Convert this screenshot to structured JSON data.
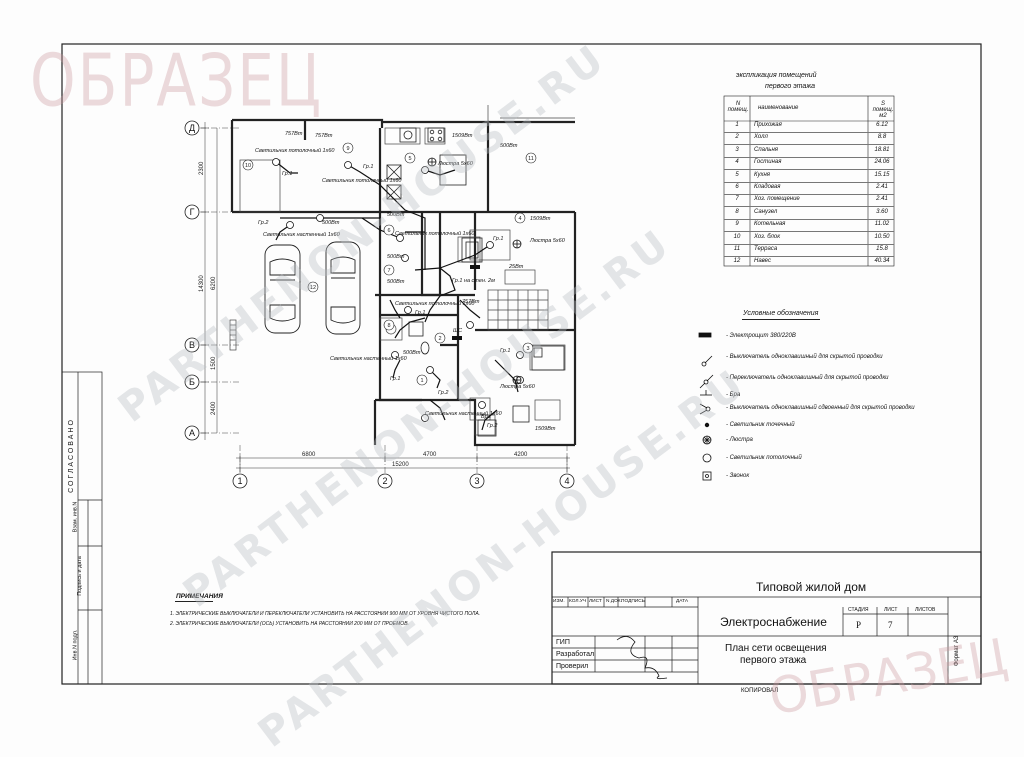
{
  "watermarks": {
    "sample_top": "ОБРАЗЕЦ",
    "sample_bottom": "ОБРАЗЕЦ",
    "brand_1": "PARTHENON-HOUSE.RU",
    "brand_2": "PARTHENON-HOUSE.RU",
    "brand_3": "PARTHENON-HOUSE.RU"
  },
  "plan": {
    "axes_rows": [
      "Д",
      "Г",
      "В",
      "Б",
      "А"
    ],
    "axes_cols": [
      "1",
      "2",
      "3",
      "4"
    ],
    "dims_left": [
      "2300",
      "6200",
      "14300",
      "1500",
      "2400"
    ],
    "dims_bottom": [
      "6800",
      "4700",
      "4200"
    ],
    "dim_total": "15200",
    "room_numbers": [
      "1",
      "2",
      "3",
      "4",
      "5",
      "6",
      "7",
      "8",
      "9",
      "10",
      "11",
      "12"
    ],
    "labels": {
      "w757": "757Вт",
      "w757b": "757Вт",
      "w757c": "757Вт",
      "w1509": "1509Вт",
      "w1509b": "1509Вт",
      "w1509c": "1509Вт",
      "w500a": "500Вт",
      "w500b": "500Вт",
      "w500c": "500Вт",
      "w500d": "500Вт",
      "w500e": "500Вт",
      "w500f": "500Вт",
      "w25": "25Вт",
      "lamp1": "Светильник потолочный 1х60",
      "lamp2": "Светильник потолочный 1х60",
      "lamp3": "Светильник настенный 1х60",
      "lamp4": "Светильник потолочный 1х60",
      "lamp5": "Светильник настенный 1х60",
      "lamp6": "Светильник потолочный 1х60",
      "lamp7": "Светильник настенный 1х60",
      "chand1": "Люстра 5х60",
      "chand2": "Люстра 5х60",
      "chand3": "Люстра 5х60",
      "gr1": "Гр.1",
      "gr2": "Гр.2",
      "gr1b": "Гр.1",
      "gr1c": "Гр.1",
      "gr1d": "Гр.1",
      "gr1e": "Гр.1",
      "gr2b": "Гр.2",
      "gr2c": "Гр.2",
      "gr1f": "Гр.1",
      "shs": "ЩС",
      "bra": "Бра",
      "gr_note": "Гр.1 на стен. 2м"
    }
  },
  "explication": {
    "title_1": "экспликация помещений",
    "title_2": "первого этажа",
    "headers": [
      "N помещ.",
      "наименование",
      "S помещ. м2"
    ],
    "rows": [
      [
        "1",
        "Прихожая",
        "6.12"
      ],
      [
        "2",
        "Холл",
        "8.8"
      ],
      [
        "3",
        "Спальня",
        "18.81"
      ],
      [
        "4",
        "Гостиная",
        "24.06"
      ],
      [
        "5",
        "Кухня",
        "15.15"
      ],
      [
        "6",
        "Кладовая",
        "2.41"
      ],
      [
        "7",
        "Хоз. помещение",
        "2.41"
      ],
      [
        "8",
        "Санузел",
        "3.60"
      ],
      [
        "9",
        "Котельная",
        "11.02"
      ],
      [
        "10",
        "Хоз. блок",
        "10.50"
      ],
      [
        "11",
        "Терраса",
        "15.8"
      ],
      [
        "12",
        "Навес",
        "40.34"
      ]
    ]
  },
  "legend": {
    "title": "Условные обозначения",
    "items": [
      "- Электрощит 380/220В",
      "- Выключатель одноклавишный для скрытой проводки",
      "- Переключатель одноклавишный для скрытой проводки",
      "- Бра",
      "- Выключатель одноклавишный сдвоенный для скрытой проводки",
      "- Светильник точечный",
      "- Люстра",
      "- Светильник потолочный",
      "- Звонок"
    ]
  },
  "notes": {
    "title": "ПРИМЕЧАНИЯ",
    "lines": [
      "1. ЭЛЕКТРИЧЕСКИЕ ВЫКЛЮЧАТЕЛИ И ПЕРЕКЛЮЧАТЕЛИ УСТАНОВИТЬ НА РАССТОЯНИИ 900 ММ ОТ УРОВНЯ ЧИСТОГО ПОЛА.",
      "2. ЭЛЕКТРИЧЕСКИЕ ВЫКЛЮЧАТЕЛИ (ОСЬ) УСТАНОВИТЬ НА РАССТОЯНИИ 200 ММ ОТ ПРОЕМОВ."
    ]
  },
  "side_stamp": {
    "agreed": "СОГЛАСОВАНО",
    "cells": [
      "Взам. инв.N",
      "Подпись и дата",
      "Инв.N подл."
    ]
  },
  "title_block": {
    "project": "Типовой жилой дом",
    "section": "Электроснабжение",
    "sheet_title_1": "План сети освещения",
    "sheet_title_2": "первого этажа",
    "col_headers": [
      "ИЗМ.",
      "КОЛ.УЧ",
      "ЛИСТ",
      "N ДОК.",
      "ПОДПИСЬ",
      "ДАТА"
    ],
    "roles": [
      "ГИП",
      "Разработал",
      "Проверил"
    ],
    "stage_label": "СТАДИЯ",
    "sheet_label": "ЛИСТ",
    "sheets_label": "ЛИСТОВ",
    "stage": "Р",
    "sheet": "7",
    "sheets": "",
    "copied": "КОПИРОВАЛ",
    "format": "Формат А3"
  }
}
